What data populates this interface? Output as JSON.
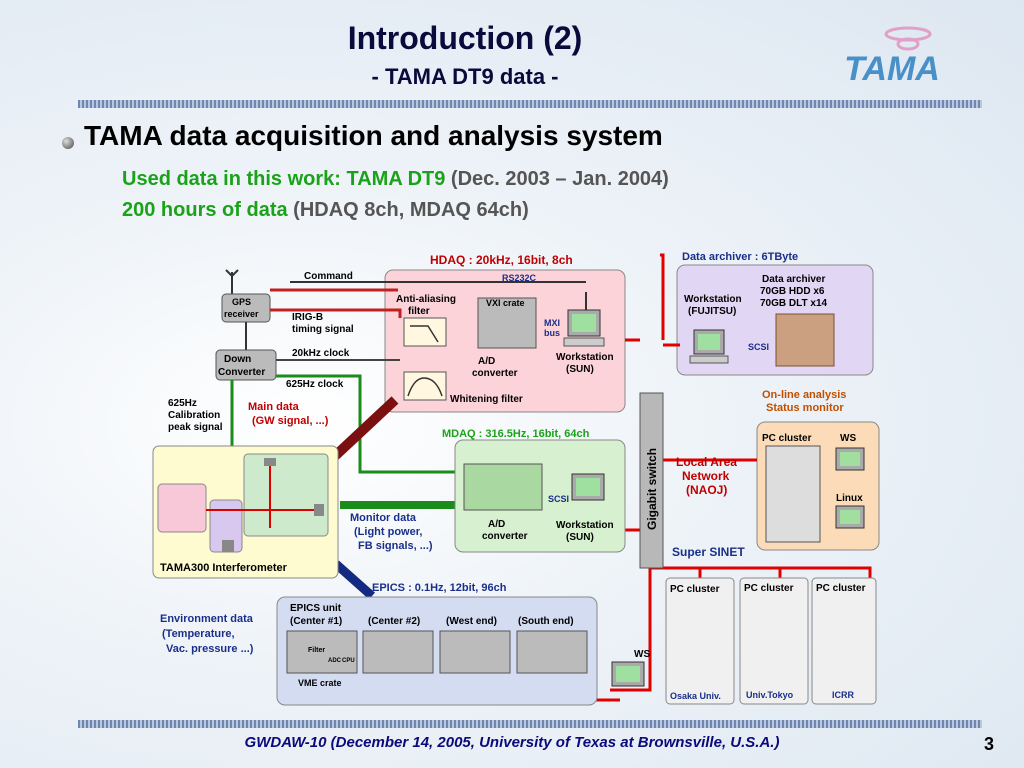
{
  "title": "Introduction (2)",
  "subtitle": "- TAMA DT9 data -",
  "heading": "TAMA data acquisition and analysis system",
  "line1_green": "Used data in this work: TAMA DT9",
  "line1_gray": "(Dec. 2003 – Jan. 2004)",
  "line2_green": "200 hours of data",
  "line2_gray": "(HDAQ 8ch, MDAQ 64ch)",
  "footer": "GWDAW-10 (December 14, 2005, University of Texas at Brownsville, U.S.A.)",
  "page_number": "3",
  "logo_text": "TAMA",
  "diagram": {
    "command": "Command",
    "gps": [
      "GPS",
      "receiver"
    ],
    "irig": [
      "IRIG-B",
      "timing signal"
    ],
    "clock20k": "20kHz clock",
    "down": [
      "Down",
      "Converter"
    ],
    "clock625": "625Hz clock",
    "cal": [
      "625Hz",
      "Calibration",
      "peak signal"
    ],
    "maindata": [
      "Main data",
      "(GW signal, ...)"
    ],
    "hdaq_title": "HDAQ : 20kHz, 16bit, 8ch",
    "rs232c": "RS232C",
    "antialias": [
      "Anti-aliasing",
      "filter"
    ],
    "vxi": "VXI crate",
    "mxi": [
      "MXI",
      "bus"
    ],
    "ad1": [
      "A/D",
      "converter"
    ],
    "ws_sun1": [
      "Workstation",
      "(SUN)"
    ],
    "whitening": "Whitening filter",
    "archiver_title": "Data archiver : 6TByte",
    "archiver": [
      "Data archiver",
      "70GB HDD x6",
      "70GB DLT x14"
    ],
    "ws_fujitsu": [
      "Workstation",
      "(FUJITSU)"
    ],
    "scsi": "SCSI",
    "online": [
      "On-line analysis",
      "Status monitor"
    ],
    "pc_cluster": "PC cluster",
    "ws": "WS",
    "linux": "Linux",
    "mdaq_title": "MDAQ : 316.5Hz, 16bit, 64ch",
    "ad2": [
      "A/D",
      "converter"
    ],
    "ws_sun2": [
      "Workstation",
      "(SUN)"
    ],
    "gigabit": "Gigabit switch",
    "lan": [
      "Local Area",
      "Network",
      "(NAOJ)"
    ],
    "monitor": [
      "Monitor data",
      "(Light power,",
      "FB signals, ...)"
    ],
    "tama300": "TAMA300 Interferometer",
    "super_sinet": "Super SINET",
    "epics_title": "EPICS : 0.1Hz, 12bit, 96ch",
    "env": [
      "Environment data",
      "(Temperature,",
      "Vac. pressure ...)"
    ],
    "epics_unit": [
      "EPICS unit",
      "(Center #1)"
    ],
    "epics_units": [
      "(Center #2)",
      "(West end)",
      "(South end)"
    ],
    "filter": "Filter",
    "adc": "ADC",
    "cpu": "CPU",
    "vme": "VME crate",
    "sites": [
      "Osaka Univ.",
      "Univ.Tokyo",
      "ICRR"
    ]
  },
  "colors": {
    "title": "#0a0a3c",
    "green_text": "#1aa31a",
    "red_title": "#c00000",
    "blue_title": "#1a2f8a"
  }
}
